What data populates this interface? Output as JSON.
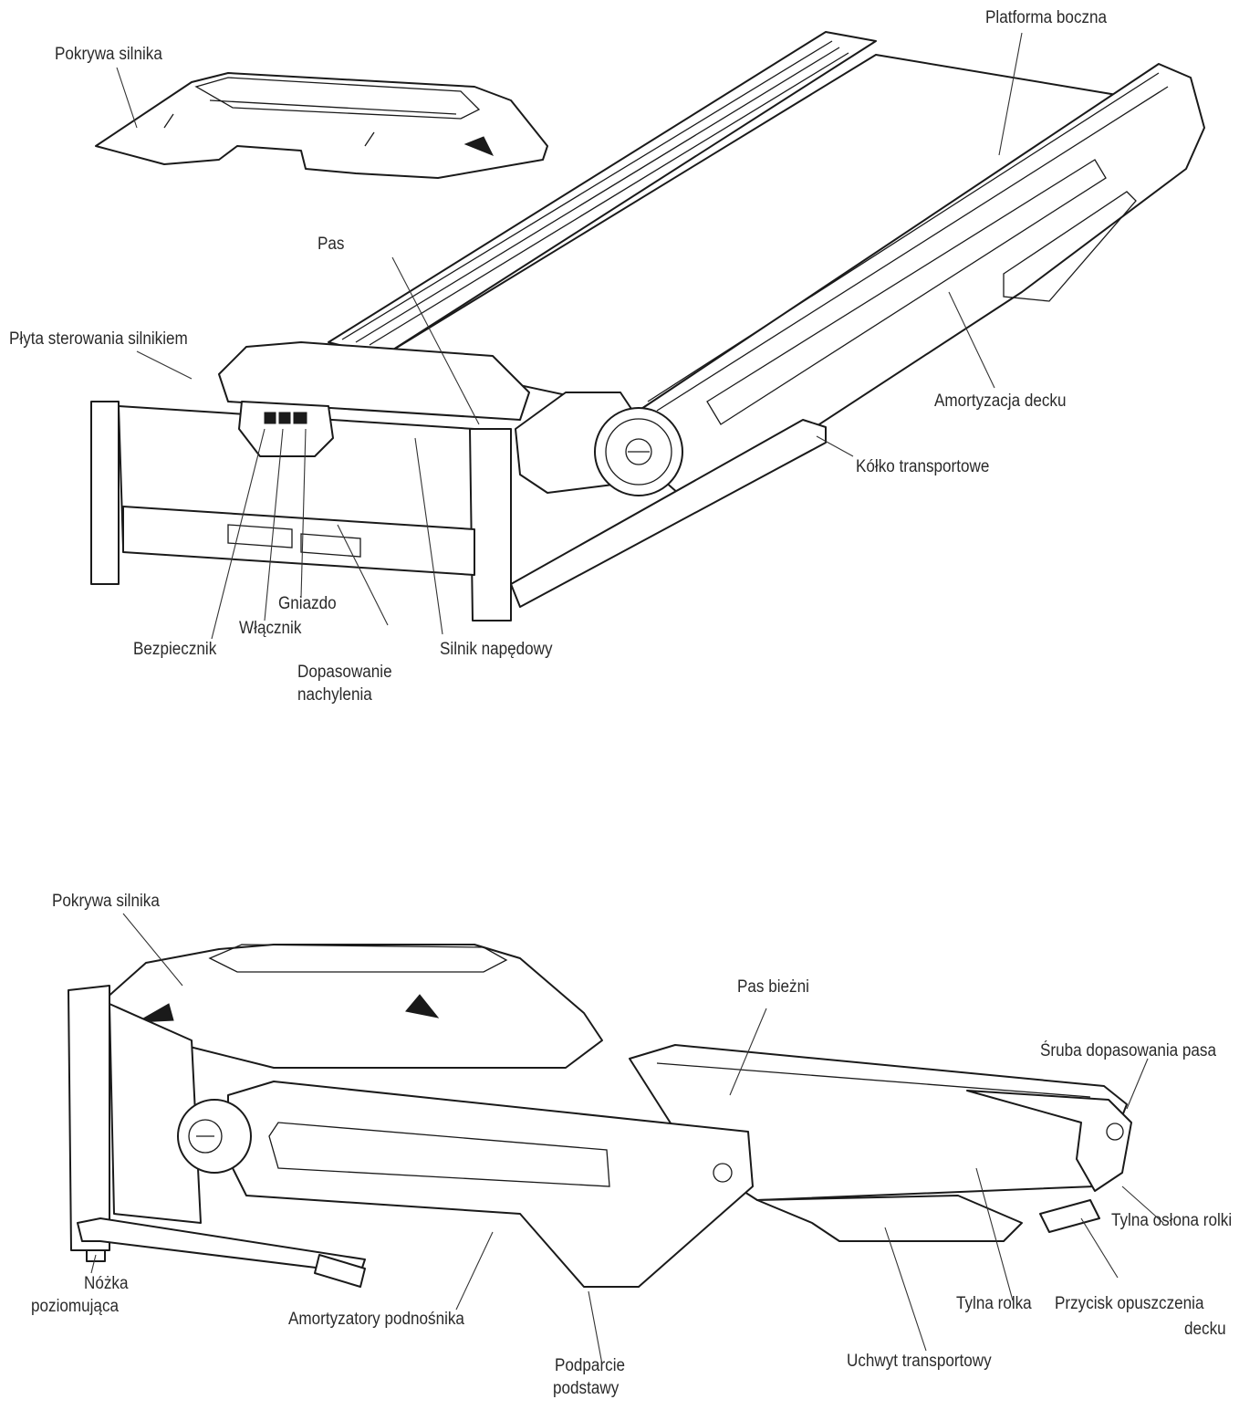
{
  "top_figure": {
    "labels": {
      "pokrywa": "Pokrywa silnika",
      "platforma": "Platforma boczna",
      "pas": "Pas",
      "plyta": "Płyta sterowania silnikiem",
      "amortyzacja": "Amortyzacja decku",
      "kolko": "Kółko transportowe",
      "gniazdo": "Gniazdo",
      "wlacznik": "Włącznik",
      "bezpiecznik": "Bezpiecznik",
      "silnik": "Silnik napędowy",
      "dopasowanie_1": "Dopasowanie",
      "dopasowanie_2": "nachylenia"
    }
  },
  "bottom_figure": {
    "labels": {
      "pokrywa": "Pokrywa silnika",
      "pas_biezni": "Pas bieżni",
      "sruba": "Śruba dopasowania pasa",
      "tylna_oslona": "Tylna osłona rolki",
      "nozka_1": "Nóżka",
      "nozka_2": "poziomująca",
      "amortyzatory": "Amortyzatory podnośnika",
      "podparcie_1": "Podparcie",
      "podparcie_2": "podstawy",
      "uchwyt": "Uchwyt transportowy",
      "tylna_rolka": "Tylna rolka",
      "przycisk_1": "Przycisk opuszczenia",
      "przycisk_2": "decku"
    }
  }
}
